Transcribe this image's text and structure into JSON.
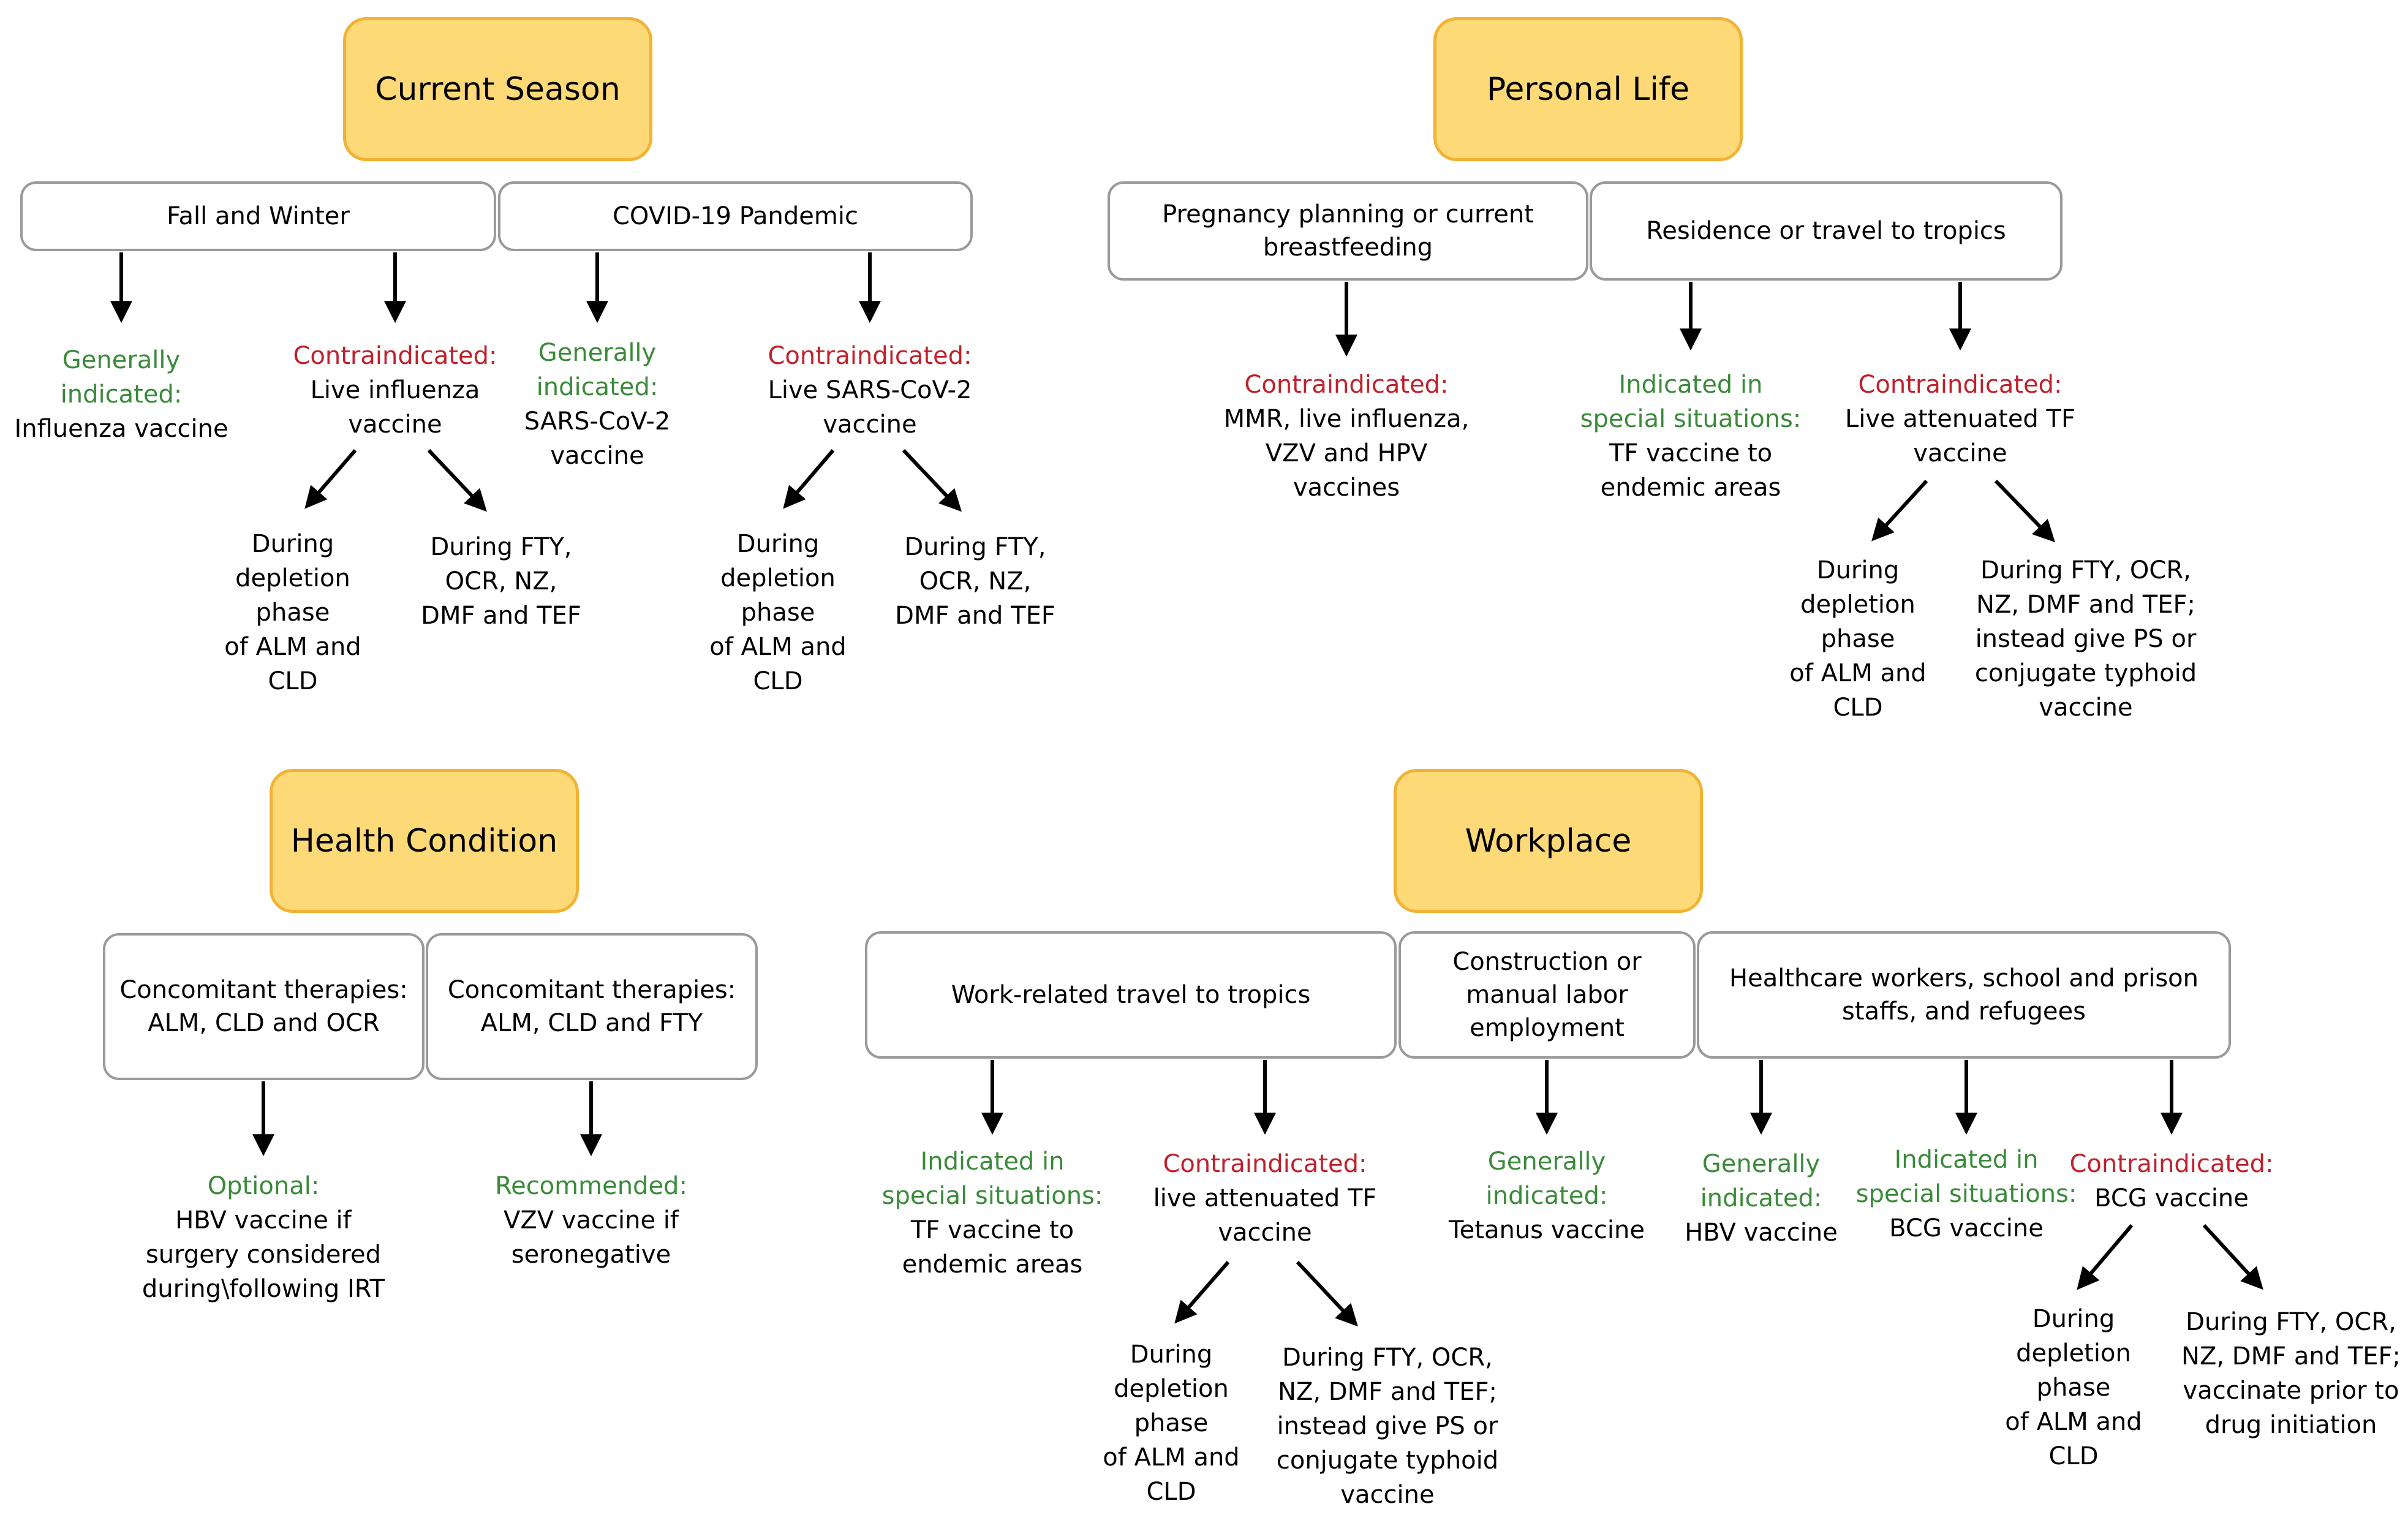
{
  "headers": {
    "current_season": "Current Season",
    "personal_life": "Personal Life",
    "health_condition": "Health Condition",
    "workplace": "Workplace"
  },
  "boxes": {
    "fall_winter": [
      "Fall and Winter"
    ],
    "covid": [
      "COVID-19 Pandemic"
    ],
    "pregnancy": [
      "Pregnancy planning or current",
      "breastfeeding"
    ],
    "tropics": [
      "Residence or travel to tropics"
    ],
    "conc1": [
      "Concomitant therapies:",
      "ALM, CLD and OCR"
    ],
    "conc2": [
      "Concomitant therapies:",
      "ALM, CLD and FTY"
    ],
    "work_travel": [
      "Work-related travel to tropics"
    ],
    "construction": [
      "Construction or",
      "manual labor",
      "employment"
    ],
    "healthcare": [
      "Healthcare workers,  school and prison",
      "staffs, and refugees"
    ]
  },
  "labels": {
    "generally_indicated": [
      "Generally",
      "indicated:"
    ],
    "contraindicated": "Contraindicated:",
    "indicated_special": [
      "Indicated in",
      "special situations:"
    ],
    "optional": "Optional:",
    "recommended": "Recommended:"
  },
  "texts": {
    "influenza_vaccine": "Influenza vaccine",
    "live_influenza": [
      "Live influenza",
      "vaccine"
    ],
    "sars_vaccine": [
      "SARS-CoV-2",
      "vaccine"
    ],
    "live_sars": [
      "Live SARS-CoV-2",
      "vaccine"
    ],
    "depletion": [
      "During",
      "depletion",
      "phase",
      "of ALM and",
      "CLD"
    ],
    "during_fty": [
      "During FTY,",
      "OCR, NZ,",
      "DMF and TEF"
    ],
    "mmr": [
      "MMR, live influenza,",
      "VZV and HPV",
      "vaccines"
    ],
    "tf_endemic": [
      "TF vaccine to",
      "endemic areas"
    ],
    "live_attenuated_tf": [
      "Live attenuated TF",
      "vaccine"
    ],
    "live_attenuated_tf_lower": [
      "live attenuated TF",
      "vaccine"
    ],
    "during_fty_ps": [
      "During FTY, OCR,",
      "NZ, DMF and TEF;",
      "instead give PS or",
      "conjugate typhoid",
      "vaccine"
    ],
    "hbv_optional": [
      "HBV vaccine if",
      "surgery considered",
      "during\\following IRT"
    ],
    "vzv": [
      "VZV vaccine if",
      "seronegative"
    ],
    "tetanus": "Tetanus vaccine",
    "hbv_vaccine": "HBV vaccine",
    "bcg_vaccine": "BCG vaccine",
    "during_fty_prior": [
      "During FTY, OCR,",
      "NZ, DMF and TEF;",
      "vaccinate prior to",
      "drug initiation"
    ]
  },
  "colors": {
    "header_fill": "#fdd978",
    "header_border": "#f2b233",
    "box_border": "#9a9a9a",
    "green": "#3a8a3a",
    "red": "#c0202b"
  }
}
